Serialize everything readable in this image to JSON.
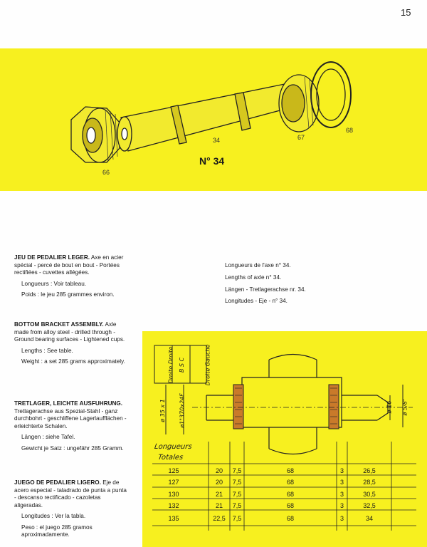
{
  "page_number": "15",
  "figure": {
    "title": "N° 34",
    "parts": [
      "66",
      "34",
      "67",
      "68"
    ]
  },
  "sections": [
    {
      "title": "JEU DE PEDALIER LEGER.",
      "body": "Axe en acier spécial - percé de bout en bout - Portées rectifiées - cuvettes allégées.",
      "lengths": "Longueurs : Voir tableau.",
      "weight": "Poids : le jeu 285 grammes environ."
    },
    {
      "title": "BOTTOM BRACKET ASSEMBLY.",
      "body": "Axle made from alloy steel - drilled through - Ground bearing surfaces - Lightened cups.",
      "lengths": "Lengths : See table.",
      "weight": "Weight : a set 285 grams approximately."
    },
    {
      "title": "TRETLAGER, LEICHTE AUSFUHRUNG.",
      "body": "Tretlagerachse aus Spezial-Stahl - ganz durchbohrt - geschliffene Lagerlaufflächen - erleichterte Schalen.",
      "lengths": "Längen : siehe Tafel.",
      "weight": "Gewicht je Satz : ungefähr 285 Gramm."
    },
    {
      "title": "JUEGO DE PEDALIER LIGERO.",
      "body": "Eje de acero especial - taladrado de punta a punta - descanso rectificado - cazoletas aligeradas.",
      "lengths": "Longitudes : Ver la tabla.",
      "weight": "Peso : el juego 285 gramos aproximadamente."
    }
  ],
  "axle_lengths": [
    "Longueurs de l'axe n° 34.",
    "Lengths of axle n° 34.",
    "Längen - Tretlagerachse nr. 34.",
    "Longitudes - Eje - n° 34."
  ],
  "drawing": {
    "left_labels": [
      "Droite Droite",
      "B S C",
      "Droite Gauche"
    ],
    "thread_left": "ø 35 x 1",
    "thread_left2": "ø1\"370x24F",
    "right_dims": [
      "ø 16",
      "ø 5/8\""
    ],
    "table_header": [
      "Longueurs",
      "Totales"
    ],
    "rows": [
      [
        "125",
        "20",
        "7,5",
        "68",
        "3",
        "26,5"
      ],
      [
        "127",
        "20",
        "7,5",
        "68",
        "3",
        "28,5"
      ],
      [
        "130",
        "21",
        "7,5",
        "68",
        "3",
        "30,5"
      ],
      [
        "132",
        "21",
        "7,5",
        "68",
        "3",
        "32,5"
      ],
      [
        "135",
        "22,5",
        "7,5",
        "68",
        "3",
        "34"
      ]
    ]
  }
}
